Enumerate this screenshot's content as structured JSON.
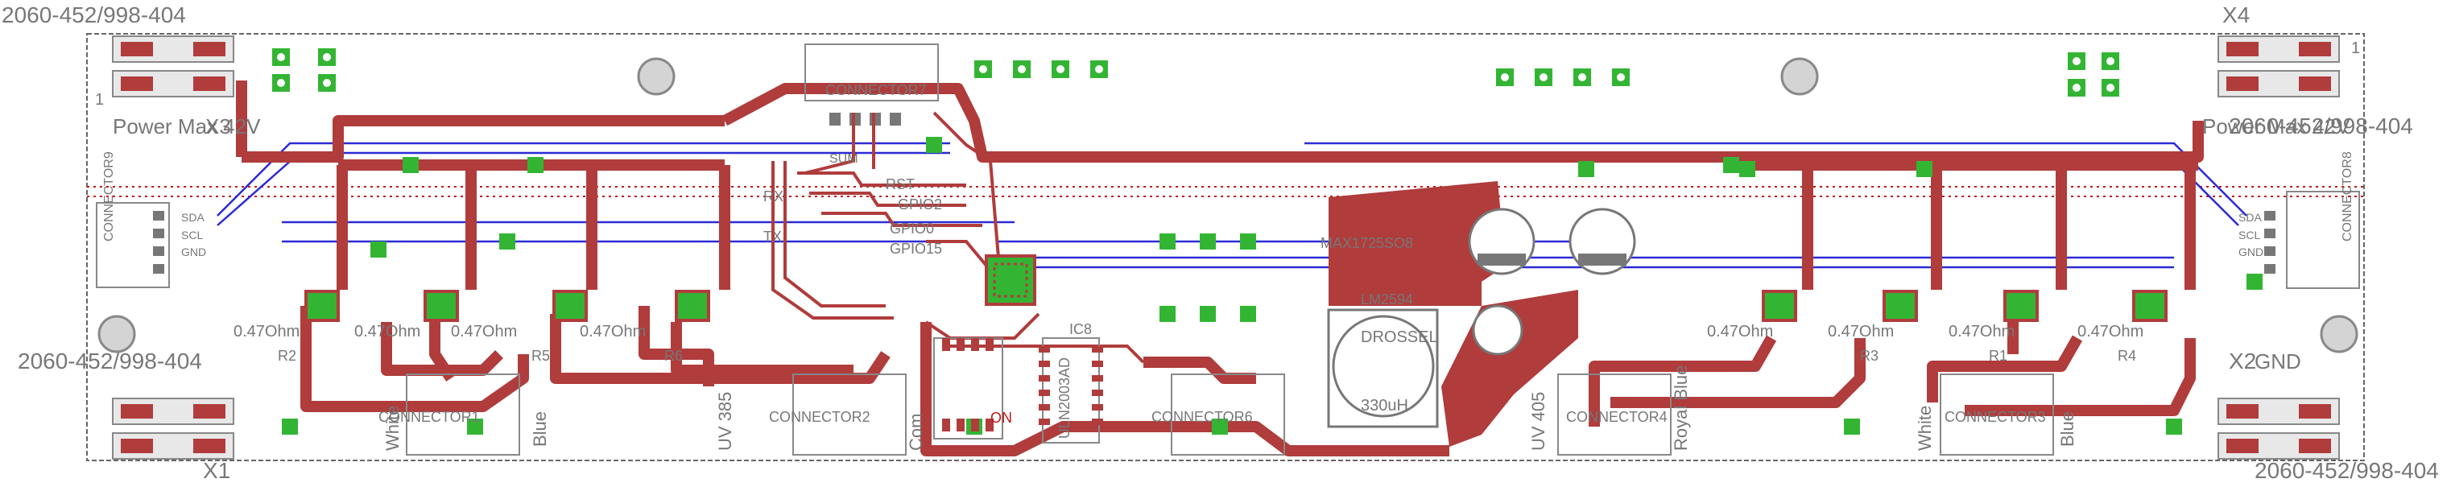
{
  "colors": {
    "background": "#ffffff",
    "copper": "#b03c3c",
    "trace_blue": "#2b2bd6",
    "via_green": "#33b533",
    "via_hole": "#ffffff",
    "silk_gray": "#8c8c8c",
    "text_gray": "#777777",
    "outline": "#666666",
    "red_dots": "#c01818"
  },
  "corner_labels": {
    "top_left": "2060-452/998-404",
    "top_right": "X4",
    "mid_left": "2060-452/998-404",
    "bottom_right": "2060-452/998-404",
    "bottom_left_x": "X1",
    "right_mid_x": "2060-452/998-404",
    "x2": "X2"
  },
  "labels": {
    "power_left": "Power Max 42V",
    "power_left_tag": "X3",
    "power_right": "Power Max 42V",
    "gnd": "GND",
    "connector7": "CONNECTOR7",
    "connector9": "CONNECTOR9",
    "connector8": "CONNECTOR8",
    "connector1": "CONNECTOR1",
    "connector2": "CONNECTOR2",
    "connector6": "CONNECTOR6",
    "connector4": "CONNECTOR4",
    "connector3": "CONNECTOR3",
    "max": "MAX1725SO8",
    "lm": "LM2594",
    "drossel": "DROSSEL",
    "inductor": "330uH",
    "ic8": "IC8",
    "uln": "ULN2003AD",
    "on": "ON",
    "com": "Com",
    "rst": "RST",
    "gpio2": "GPIO2",
    "gpio0": "GPIO0",
    "gpio15": "GPIO15",
    "sum": "SUM",
    "rx": "RX",
    "tx": "TX",
    "gnd_small": "GND",
    "sda": "SDA",
    "scl": "SCL",
    "ohm": "0.47Ohm",
    "r2": "R2",
    "r5": "R5",
    "r6": "R6",
    "r3": "R3",
    "r4": "R4",
    "r1": "R1",
    "white1": "White",
    "blue1": "Blue",
    "uv385": "UV 385",
    "uv405": "UV 405",
    "royal": "Royal Blue",
    "white2": "White",
    "blue2": "Blue",
    "one": "1",
    "one_b": "1"
  }
}
